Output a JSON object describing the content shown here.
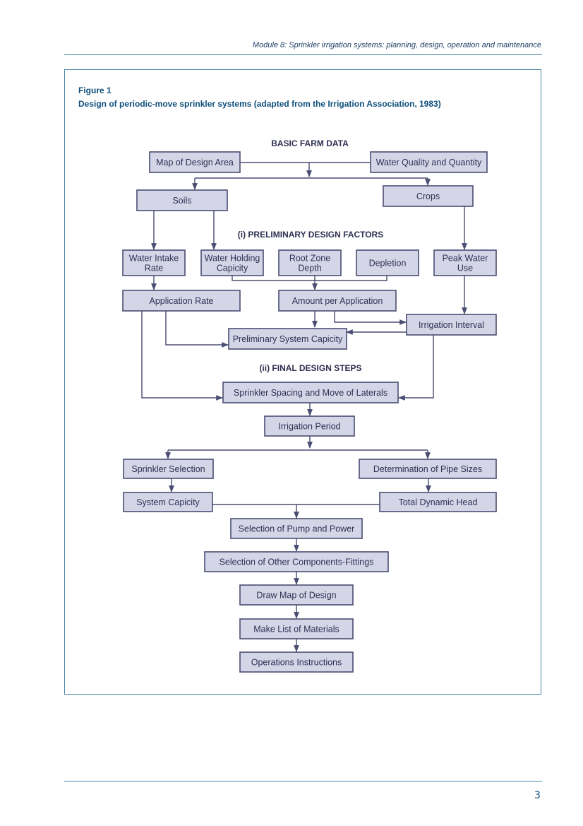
{
  "header": {
    "running_title": "Module 8: Sprinkler irrigation systems: planning, design, operation and maintenance"
  },
  "figure": {
    "label": "Figure 1",
    "title": "Design of periodic-move sprinkler systems (adapted from the Irrigation Association, 1983)",
    "sections": {
      "basic": "BASIC FARM DATA",
      "preliminary": "(i) PRELIMINARY DESIGN FACTORS",
      "final": "(ii) FINAL DESIGN STEPS"
    },
    "boxes": {
      "map_of_design_area": [
        "Map of Design Area"
      ],
      "water_quality_quantity": [
        "Water Quality and Quantity"
      ],
      "soils": [
        "Soils"
      ],
      "crops": [
        "Crops"
      ],
      "water_intake_rate": [
        "Water Intake",
        "Rate"
      ],
      "water_holding_capicity": [
        "Water Holding",
        "Capicity"
      ],
      "root_zone_depth": [
        "Root Zone",
        "Depth"
      ],
      "depletion": [
        "Depletion"
      ],
      "peak_water_use": [
        "Peak Water",
        "Use"
      ],
      "application_rate": [
        "Application Rate"
      ],
      "amount_per_application": [
        "Amount per Application"
      ],
      "irrigation_interval": [
        "Irrigation Interval"
      ],
      "preliminary_system_capicity": [
        "Preliminary System Capicity"
      ],
      "sprinkler_spacing": [
        "Sprinkler Spacing and Move of Laterals"
      ],
      "irrigation_period": [
        "Irrigation Period"
      ],
      "sprinkler_selection": [
        "Sprinkler Selection"
      ],
      "determination_pipe_sizes": [
        "Determination of Pipe Sizes"
      ],
      "system_capicity": [
        "System Capicity"
      ],
      "total_dynamic_head": [
        "Total Dynamic Head"
      ],
      "pump_and_power": [
        "Selection of Pump and Power"
      ],
      "other_components": [
        "Selection of Other Components-Fittings"
      ],
      "draw_map": [
        "Draw Map of Design"
      ],
      "list_of_materials": [
        "Make List of Materials"
      ],
      "operations_instructions": [
        "Operations Instructions"
      ]
    }
  },
  "page_number": "3"
}
